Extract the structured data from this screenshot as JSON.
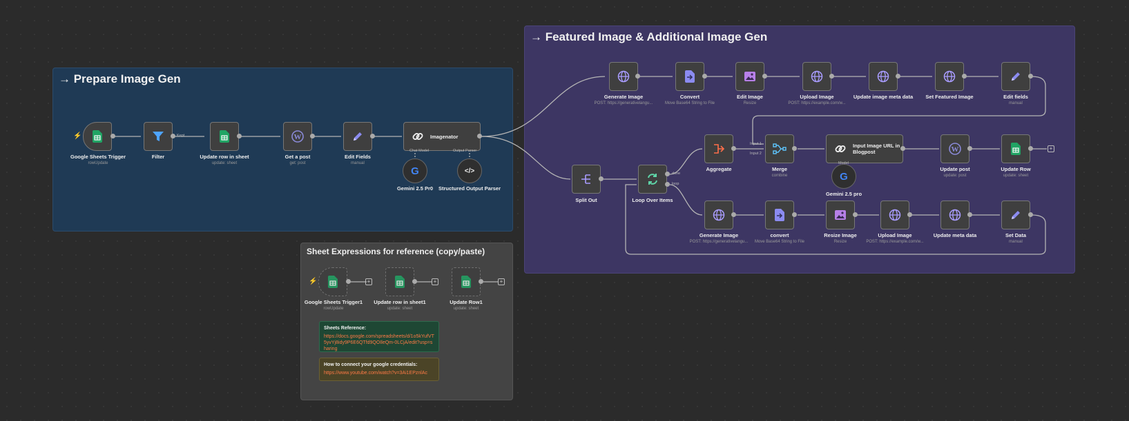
{
  "colors": {
    "canvas": "#2b2b2b",
    "prepare_group": "#1f3a55",
    "featured_group": "#3d3663",
    "sheet_group": "#444444",
    "wordpress": "#7f7fd8",
    "sheets_green": "#21a464",
    "link_purple": "#c4b6ff",
    "error_red": "#ff5252"
  },
  "groups": {
    "prepare": "→ Prepare Image Gen",
    "featured": "→ Featured Image & Additional Image Gen",
    "sheet_expressions": "Sheet Expressions for reference (copy/paste)"
  },
  "nodes": {
    "gs_trigger": {
      "label": "Google Sheets Trigger",
      "sub": "rowUpdate",
      "icon": "google-sheets-icon"
    },
    "filter": {
      "label": "Filter",
      "sub": "",
      "icon": "funnel-icon",
      "out": "Kept"
    },
    "update_row_sheet": {
      "label": "Update row in sheet",
      "sub": "update: sheet",
      "icon": "google-sheets-icon"
    },
    "get_post": {
      "label": "Get a post",
      "sub": "get: post",
      "icon": "wordpress-icon"
    },
    "edit_fields_prep": {
      "label": "Edit Fields",
      "sub": "manual",
      "icon": "pencil-icon"
    },
    "imagenator": {
      "label": "Imagenator",
      "icon": "link-icon",
      "chat": "Chat Model",
      "parser": "Output Parser"
    },
    "gemini_prep": {
      "label": "Gemini 2.5 Pr0",
      "icon": "google-icon"
    },
    "structured_parser": {
      "label": "Structured Output Parser",
      "icon": "code-icon"
    },
    "generate_image_top": {
      "label": "Generate Image",
      "sub": "POST: https://generativelangu...",
      "icon": "globe-icon"
    },
    "convert_top": {
      "label": "Convert",
      "sub": "Move Base64 String to File",
      "icon": "file-convert-icon"
    },
    "edit_image": {
      "label": "Edit Image",
      "sub": "Resize",
      "icon": "image-icon"
    },
    "upload_image_top": {
      "label": "Upload Image",
      "sub": "POST: https://example.com/w...",
      "icon": "globe-icon"
    },
    "update_meta": {
      "label": "Update image meta data",
      "sub": "",
      "icon": "globe-icon"
    },
    "set_featured": {
      "label": "Set Featured Image",
      "sub": "",
      "icon": "globe-icon"
    },
    "edit_fields_top": {
      "label": "Edit fields",
      "sub": "manual",
      "icon": "pencil-icon"
    },
    "split_out": {
      "label": "Split Out",
      "sub": "",
      "icon": "split-icon"
    },
    "loop": {
      "label": "Loop Over Items",
      "sub": "",
      "icon": "loop-icon",
      "done": "done",
      "loop": "loop"
    },
    "aggregate": {
      "label": "Aggregate",
      "sub": "",
      "icon": "aggregate-icon"
    },
    "merge": {
      "label": "Merge",
      "sub": "combine",
      "icon": "merge-icon",
      "in1": "Input 1",
      "in2": "Input 2"
    },
    "input_url": {
      "label": "Input Image URL in Blogpost",
      "icon": "link-icon",
      "model": "Model"
    },
    "gemini_feat": {
      "label": "Gemini 2.5 pro",
      "icon": "google-icon"
    },
    "update_post": {
      "label": "Update post",
      "sub": "update: post",
      "icon": "wordpress-icon"
    },
    "update_row": {
      "label": "Update Row",
      "sub": "update: sheet",
      "icon": "google-sheets-icon"
    },
    "generate_image_bot": {
      "label": "Generate Image",
      "sub": "POST: https://generativelangu...",
      "icon": "globe-icon"
    },
    "convert_bot": {
      "label": "convert",
      "sub": "Move Base64 String to File",
      "icon": "file-convert-icon"
    },
    "resize_image": {
      "label": "Resize Image",
      "sub": "Resize",
      "icon": "image-icon"
    },
    "upload_image_bot": {
      "label": "Upload Image",
      "sub": "POST: https://example.com/w...",
      "icon": "globe-icon"
    },
    "update_meta_bot": {
      "label": "Update meta data",
      "sub": "",
      "icon": "globe-icon"
    },
    "set_data": {
      "label": "Set Data",
      "sub": "manual",
      "icon": "pencil-icon"
    },
    "gs_trigger1": {
      "label": "Google Sheets Trigger1",
      "sub": "rowUpdate",
      "icon": "google-sheets-icon"
    },
    "update_row_sheet1": {
      "label": "Update row in sheet1",
      "sub": "update: sheet",
      "icon": "google-sheets-icon"
    },
    "update_row1": {
      "label": "Update Row1",
      "sub": "update: sheet",
      "icon": "google-sheets-icon"
    }
  },
  "notes": {
    "sheets_ref_title": "Sheets Reference:",
    "sheets_ref_url": "https://docs.google.com/spreadsheets/d/1o5kYufVT5yvYj8idy9P6E6QTfd9QOIleQm-0LCjA/edit?usp=sharing",
    "cred_title": "How to connect your google credentials:",
    "cred_url": "https://www.youtube.com/watch?v=3Ai1EPznlAc"
  }
}
